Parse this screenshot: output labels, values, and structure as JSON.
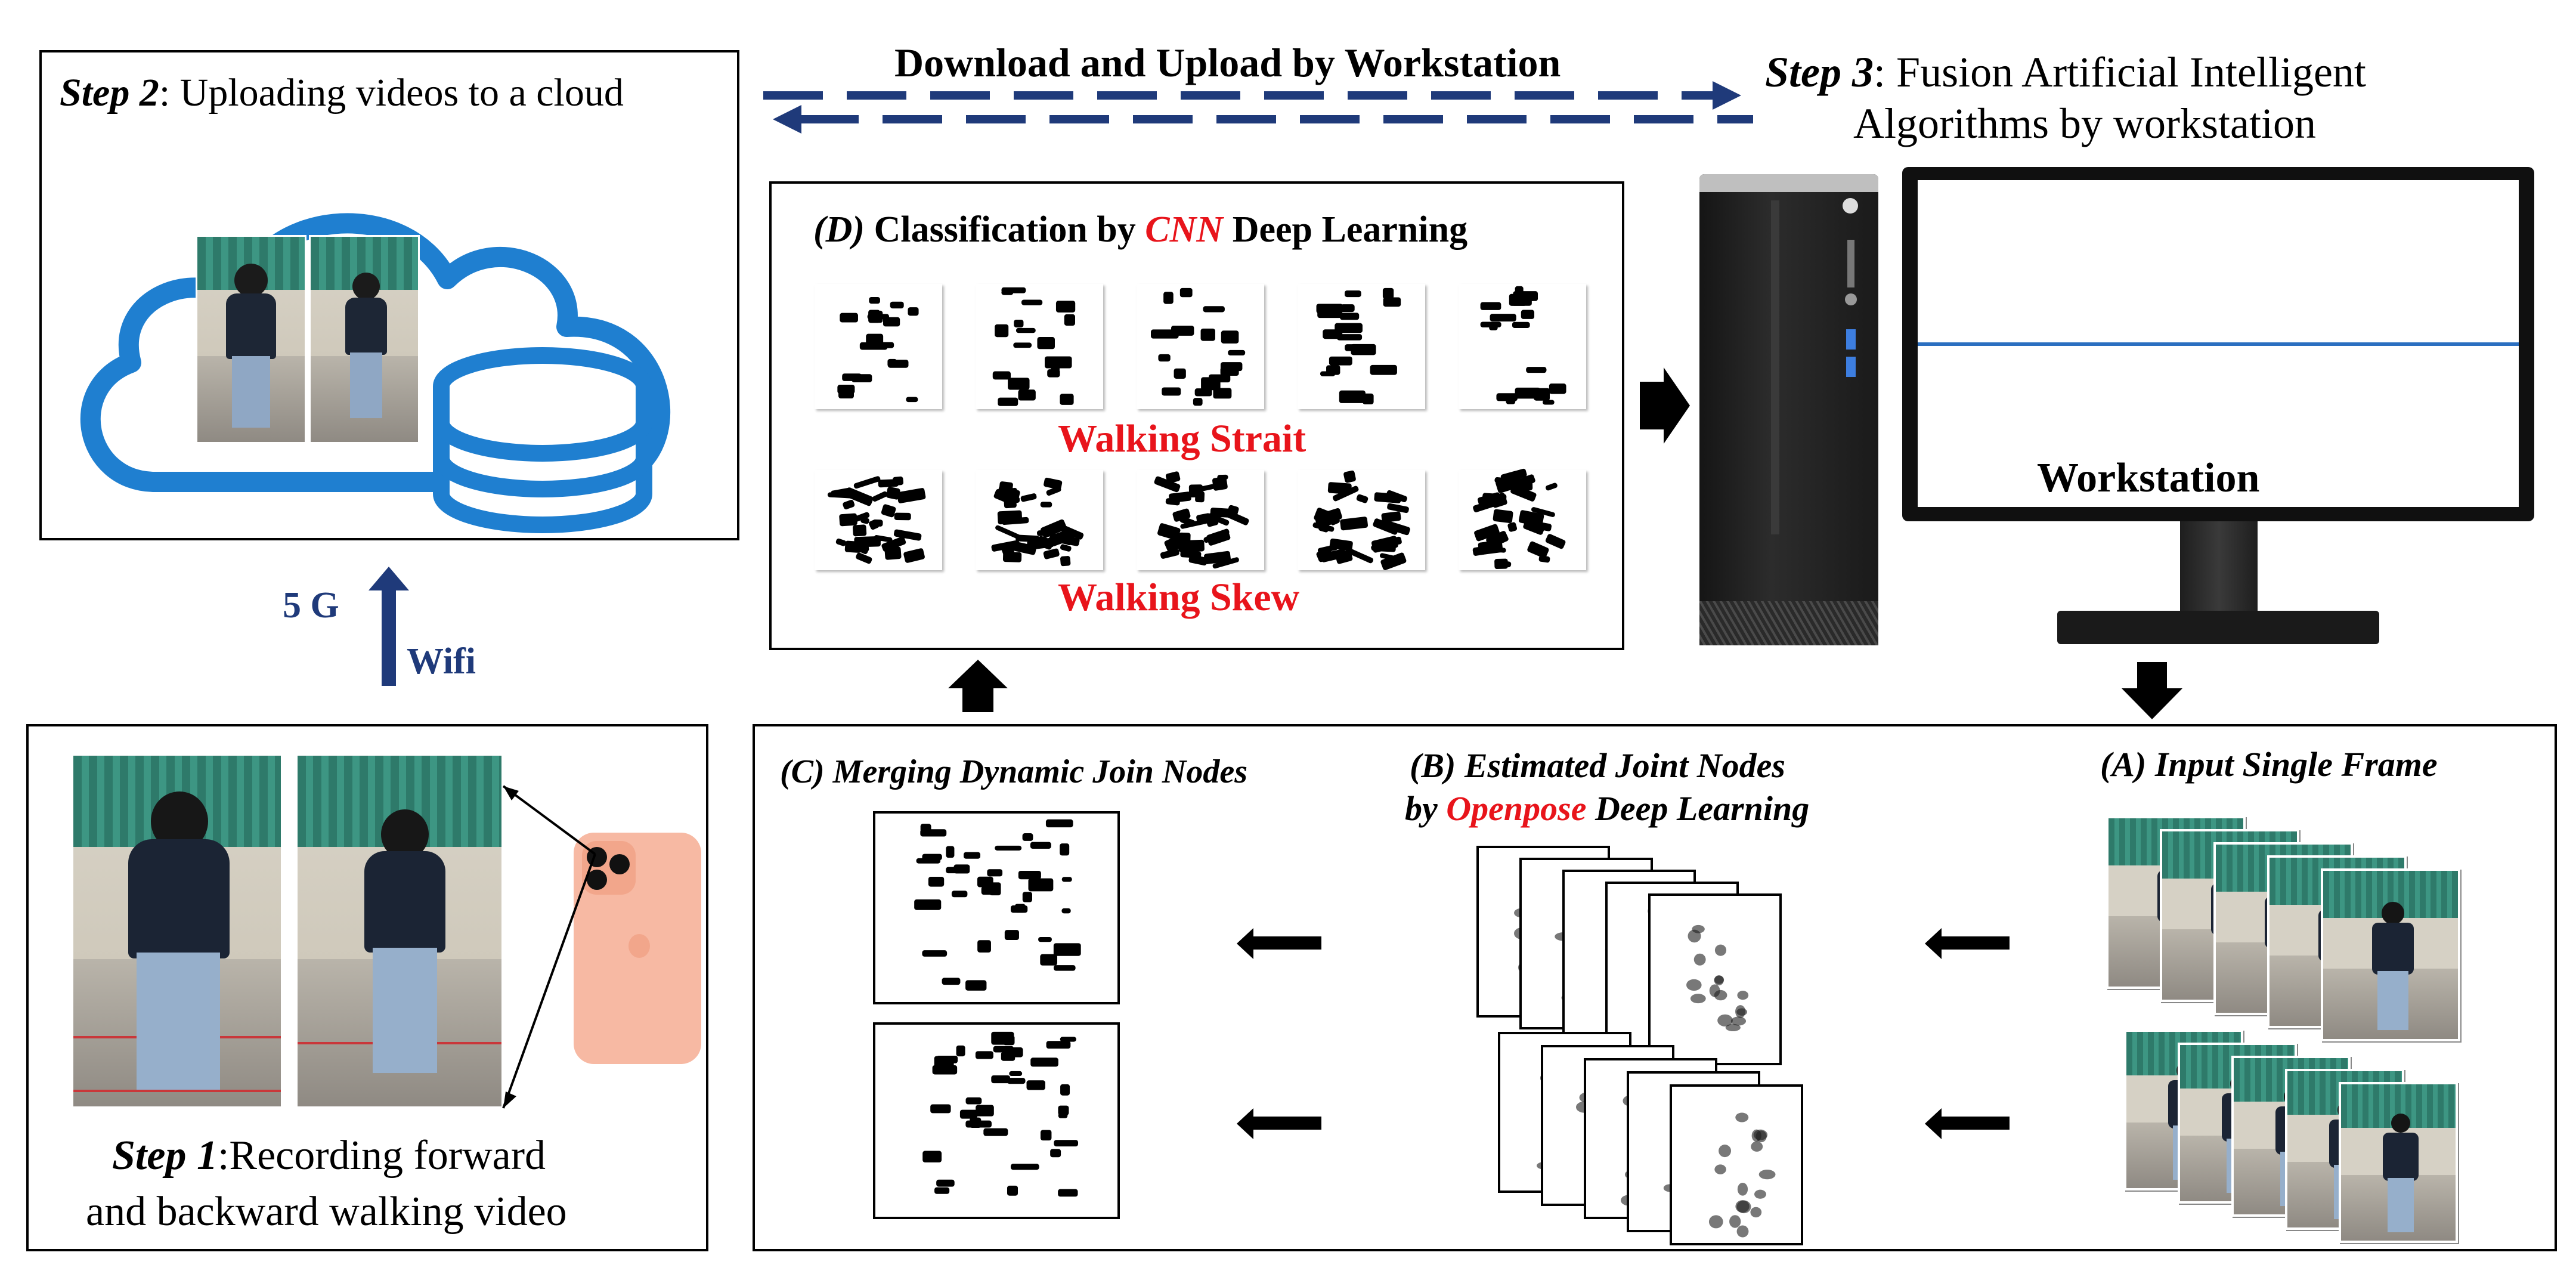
{
  "step2": {
    "prefix": "Step 2",
    "text": ": Uploading videos to a cloud"
  },
  "step3": {
    "prefix": "Step 3",
    "line1": ": Fusion Artificial Intelligent",
    "line2": "Algorithms by workstation"
  },
  "step1": {
    "prefix": "Step 1",
    "line1": ":Recording forward",
    "line2": "and backward walking video"
  },
  "download_label": "Download and Upload by Workstation",
  "network": {
    "g5": "5 G",
    "wifi": "Wifi"
  },
  "classification": {
    "prefix": "(D)",
    "text1": "Classification by",
    "cnn": "CNN",
    "text2": "Deep Learning",
    "strait": "Walking  Strait",
    "skew": "Walking  Skew"
  },
  "workstation_label": "Workstation",
  "panelA": "(A) Input Single Frame",
  "panelB": {
    "line1": "(B) Estimated Joint Nodes",
    "by": "by",
    "openpose": "Openpose",
    "rest": "Deep Learning"
  },
  "panelC": "(C) Merging  Dynamic  Join Nodes",
  "colors": {
    "accent_red": "#e8141b",
    "navy": "#1f3a7a",
    "cloud_blue": "#1f7fd0"
  }
}
